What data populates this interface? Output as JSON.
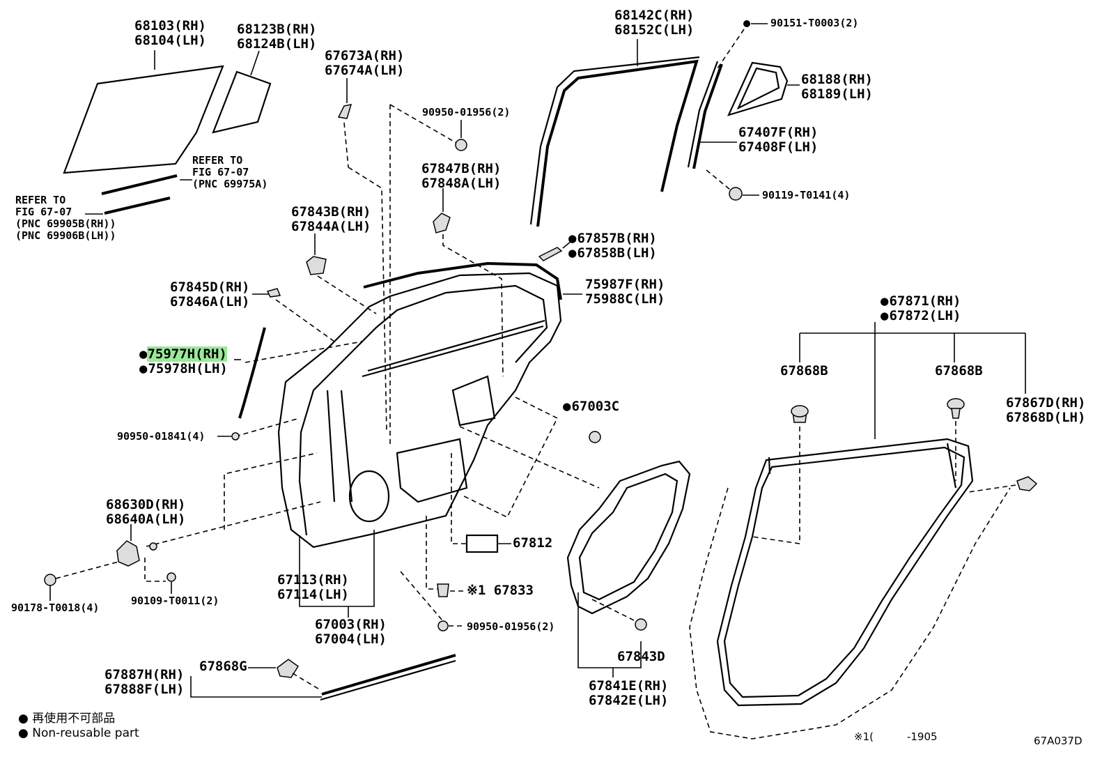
{
  "diagram": {
    "code": "67A037D",
    "footnote_mark": "※1(",
    "footnote_range": "-1905"
  },
  "legend": {
    "jp": "再使用不可部品",
    "en": "Non-reusable part"
  },
  "labels": {
    "l68103": [
      "68103(RH)",
      "68104(LH)"
    ],
    "l68123": [
      "68123B(RH)",
      "68124B(LH)"
    ],
    "l67673": [
      "67673A(RH)",
      "67674A(LH)"
    ],
    "l90950a": [
      "90950-01956(2)"
    ],
    "l68142": [
      "68142C(RH)",
      "68152C(LH)"
    ],
    "l90151": [
      "90151-T0003(2)"
    ],
    "l68188": [
      "68188(RH)",
      "68189(LH)"
    ],
    "l67407": [
      "67407F(RH)",
      "67408F(LH)"
    ],
    "l90119": [
      "90119-T0141(4)"
    ],
    "lrefer1": [
      "REFER TO",
      "FIG 67-07",
      "(PNC 69975A)"
    ],
    "lrefer2": [
      "REFER TO",
      "FIG 67-07",
      "(PNC 69905B(RH))",
      "(PNC 69906B(LH))"
    ],
    "l67847": [
      "67847B(RH)",
      "67848A(LH)"
    ],
    "l67843": [
      "67843B(RH)",
      "67844A(LH)"
    ],
    "l67857": [
      "67857B(RH)",
      "67858B(LH)"
    ],
    "l75987": [
      "75987F(RH)",
      "75988C(LH)"
    ],
    "l67845": [
      "67845D(RH)",
      "67846A(LH)"
    ],
    "l75977": [
      "75977H(RH)",
      "75978H(LH)"
    ],
    "l67871": [
      "67871(RH)",
      "67872(LH)"
    ],
    "l67868b1": [
      "67868B"
    ],
    "l67868b2": [
      "67868B"
    ],
    "l67867": [
      "67867D(RH)",
      "67868D(LH)"
    ],
    "l67003c": [
      "67003C"
    ],
    "l90950b": [
      "90950-01841(4)"
    ],
    "l68630": [
      "68630D(RH)",
      "68640A(LH)"
    ],
    "l67812": [
      "67812"
    ],
    "l67113": [
      "67113(RH)",
      "67114(LH)"
    ],
    "l67833": [
      "※1 67833"
    ],
    "l90178": [
      "90178-T0018(4)"
    ],
    "l90109": [
      "90109-T0011(2)"
    ],
    "l67003": [
      "67003(RH)",
      "67004(LH)"
    ],
    "l90950c": [
      "90950-01956(2)"
    ],
    "l67843d": [
      "67843D"
    ],
    "l67887": [
      "67887H(RH)",
      "67888F(LH)"
    ],
    "l67868g": [
      "67868G"
    ],
    "l67841": [
      "67841E(RH)",
      "67842E(LH)"
    ]
  }
}
